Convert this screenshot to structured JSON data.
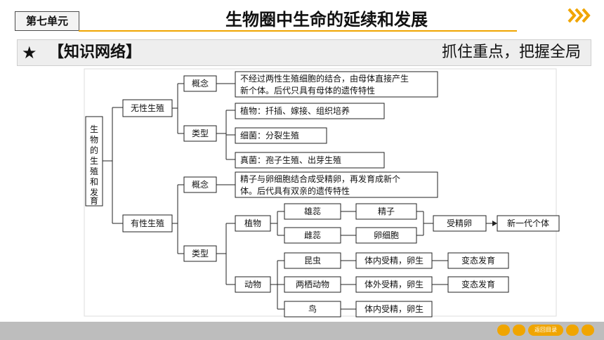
{
  "header": {
    "unit_label": "第七单元",
    "title": "生物圈中生命的延续和发展"
  },
  "banner": {
    "star": "★",
    "left": "【知识网络】",
    "right": "抓住重点，把握全局"
  },
  "diagram": {
    "root": "生物的生殖和发育",
    "asexual": {
      "label": "无性生殖",
      "concept_label": "概念",
      "concept_text": [
        "不经过两性生殖细胞的结合，由母体直接产生",
        "新个体。后代只具有母体的遗传特性"
      ],
      "types_label": "类型",
      "types": [
        "植物：扦插、嫁接、组织培养",
        "细菌：分裂生殖",
        "真菌：孢子生殖、出芽生殖"
      ]
    },
    "sexual": {
      "label": "有性生殖",
      "concept_label": "概念",
      "concept_text": [
        "精子与卵细胞结合成受精卵，再发育成新个",
        "体。后代具有双亲的遗传特性"
      ],
      "types_label": "类型",
      "plant_label": "植物",
      "stamen": "雄蕊",
      "pistil": "雌蕊",
      "sperm": "精子",
      "egg": "卵细胞",
      "zygote": "受精卵",
      "new_generation": "新一代个体",
      "animal_label": "动物",
      "insect": "昆虫",
      "amphibian": "两栖动物",
      "bird": "鸟",
      "internal_fert_1": "体内受精，卵生",
      "external_fert": "体外受精，卵生",
      "internal_fert_2": "体内受精，卵生",
      "metamorphosis_1": "变态发育",
      "metamorphosis_2": "变态发育"
    }
  },
  "footer": {
    "back_label": "返回目录"
  },
  "colors": {
    "accent": "#f0a500",
    "banner_bg": "#eeeeee",
    "footer_bg": "#bdbdbd"
  }
}
